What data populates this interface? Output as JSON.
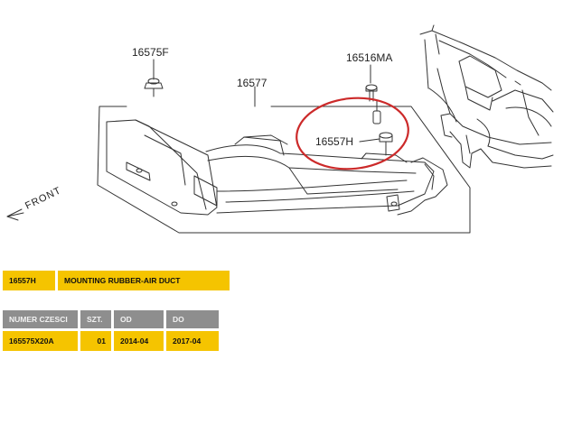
{
  "diagram": {
    "callouts": [
      "16575F",
      "16516MA",
      "16577",
      "16557H"
    ],
    "front_label": "FRONT",
    "highlight_color": "#cc2a2a",
    "line_color": "#333333"
  },
  "part_row": {
    "code": "16557H",
    "description": "MOUNTING RUBBER-AIR DUCT"
  },
  "table": {
    "headers": [
      "NUMER CZESCI",
      "SZT.",
      "OD",
      "DO"
    ],
    "row": [
      "165575X20A",
      "01",
      "2014-04",
      "2017-04"
    ]
  },
  "colors": {
    "accent": "#f5c400",
    "header": "#8e8e8e"
  }
}
